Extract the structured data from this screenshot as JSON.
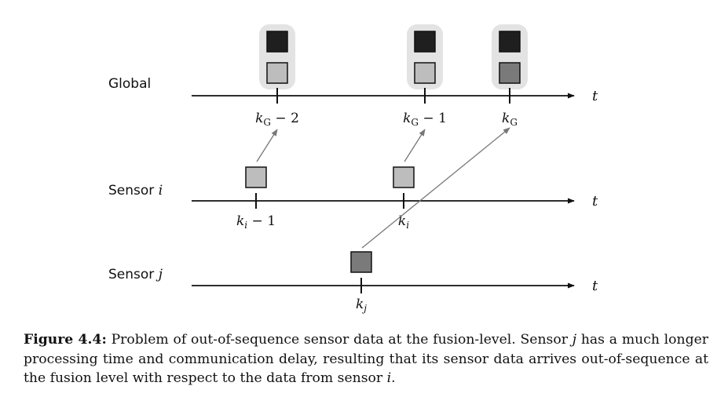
{
  "lanes": {
    "global": {
      "label": "Global",
      "var": ""
    },
    "sensor_i": {
      "label": "Sensor",
      "var": "i"
    },
    "sensor_j": {
      "label": "Sensor",
      "var": "j"
    }
  },
  "axis_label": "t",
  "ticks": {
    "global": [
      {
        "base": "k",
        "sub": "G",
        "suffix": " − 2"
      },
      {
        "base": "k",
        "sub": "G",
        "suffix": " − 1"
      },
      {
        "base": "k",
        "sub": "G",
        "suffix": ""
      }
    ],
    "sensor_i": [
      {
        "base": "k",
        "sub": "i",
        "suffix": " − 1"
      },
      {
        "base": "k",
        "sub": "i",
        "suffix": ""
      }
    ],
    "sensor_j": [
      {
        "base": "k",
        "sub": "j",
        "suffix": ""
      }
    ]
  },
  "colors": {
    "dark_square": "#1f1f1f",
    "light_square": "#bdbdbd",
    "mid_square": "#7a7a7a",
    "group_box": "#e3e3e3",
    "axis": "#111111",
    "arrow": "#777777"
  },
  "caption": {
    "label": "Figure 4.4:",
    "text_1": " Problem of out-of-sequence sensor data at the fusion-level. Sensor ",
    "var_1": "j",
    "text_2": " has a much longer processing time and communication delay, resulting that its sensor data arrives out-of-sequence at the fusion level with respect to the data from sensor ",
    "var_2": "i",
    "text_3": "."
  }
}
